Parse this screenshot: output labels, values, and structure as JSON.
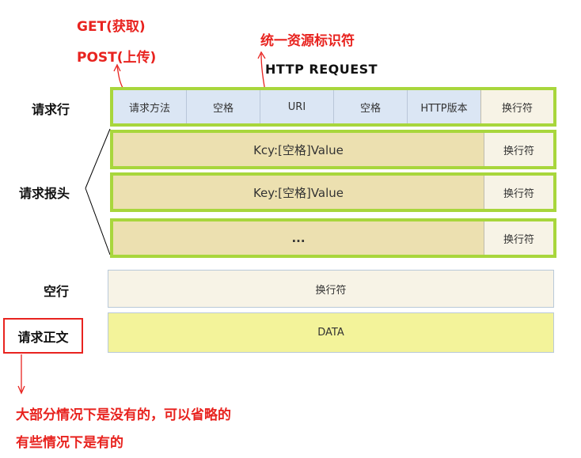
{
  "annotations": {
    "methods": [
      "GET(获取)",
      "POST(上传)"
    ],
    "uri_note": "统一资源标识符",
    "body_note": [
      "大部分情况下是没有的，可以省略的",
      "有些情况下是有的"
    ]
  },
  "title": "HTTP  REQUEST",
  "labels": {
    "request_line": "请求行",
    "headers": "请求报头",
    "blank_line": "空行",
    "body": "请求正文"
  },
  "request_line": {
    "cells": [
      "请求方法",
      "空格",
      "URI",
      "空格",
      "HTTP版本"
    ],
    "terminator": "换行符"
  },
  "headers": [
    {
      "text": "Kcy:[空格]Value",
      "terminator": "换行符"
    },
    {
      "text": "Key:[空格]Value",
      "terminator": "换行符"
    },
    {
      "text": "...",
      "terminator": "换行符"
    }
  ],
  "blank_line": {
    "text": "换行符"
  },
  "body": {
    "text": "DATA"
  },
  "colors": {
    "row_border": "#a8d63c",
    "request_line_fill": "#dbe6f4",
    "header_fill": "#ece0b0",
    "terminator_fill": "#f7f3e6",
    "data_fill": "#f3f39a",
    "annotation": "#e8231f"
  }
}
